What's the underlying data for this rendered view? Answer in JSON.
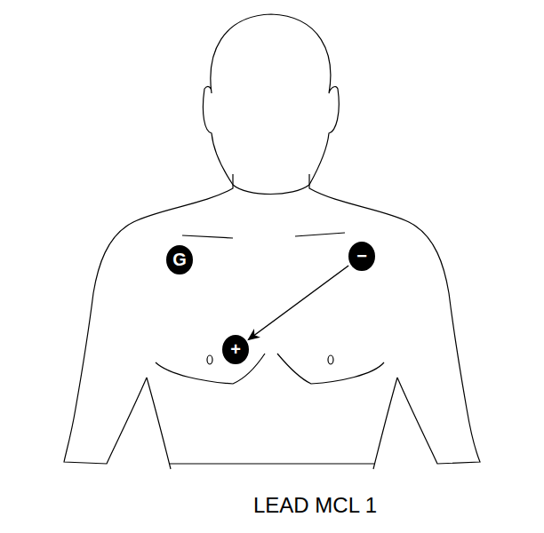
{
  "diagram": {
    "caption": "LEAD MCL 1",
    "nodes": [
      {
        "text": [
          "G"
        ]
      },
      {
        "text": [
          "−"
        ]
      },
      {
        "text": [
          "+"
        ]
      }
    ],
    "edges": [
      {
        "from": 1,
        "to": 2,
        "arrow": "to"
      }
    ]
  }
}
